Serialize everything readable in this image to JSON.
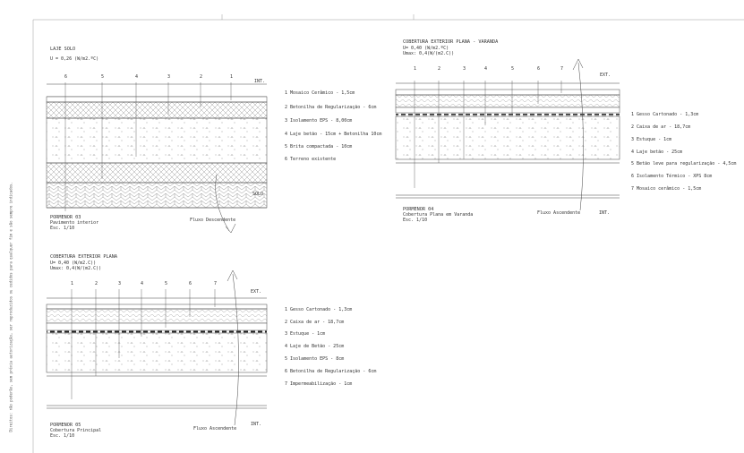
{
  "side_note": "Direitos: não poderão, sem prévia autorização, ser reproduzidos ou cedidos para qualquer fim e são sempre indicados.",
  "detail03": {
    "title": "LAJE SOLO",
    "u_value": "U = 0,26 (W/m2.ºC)",
    "numbers": [
      "6",
      "5",
      "4",
      "3",
      "2",
      "1"
    ],
    "int": "INT.",
    "solo": "SOLO",
    "legend": [
      "1 Mosaico Cerâmico - 1,5cm",
      "2 Betonilha de Regularização - 6cm",
      "3 Isolamento EPS - 8,00cm",
      "4 Laje betão - 15cm + Betonilha 10cm",
      "5 Brita compactada - 10cm",
      "6 Terreno existente"
    ],
    "label": "PORMENOR 03",
    "subtitle": "Pavimento interior",
    "scale": "Esc. 1/10",
    "flow": "Fluxo Descendente"
  },
  "detail04": {
    "title": "COBERTURA EXTERIOR PLANA - VARANDA",
    "u_value": "U= 0,40 (W/m2.ºC)",
    "u_max": "Umax: 0,4(W/(m2.C))",
    "numbers": [
      "1",
      "2",
      "3",
      "4",
      "5",
      "6",
      "7"
    ],
    "ext": "EXT.",
    "int": "INT.",
    "legend": [
      "1    Gesso Cartonado - 1,3cm",
      "2    Caixa de ar - 18,7cm",
      "3    Estuque - 1cm",
      "4    Laje betão - 25cm",
      "5    Betão leve para regularização - 4,5cm",
      "6    Isolamento Térmico - XPS 8cm",
      "7    Mosaico cerâmico - 1,5cm"
    ],
    "label": "PORMENOR 04",
    "subtitle": "Cobertura Plana em Varanda",
    "scale": "Esc. 1/10",
    "flow": "Fluxo Ascendente"
  },
  "detail05": {
    "title": "COBERTURA EXTERIOR PLANA",
    "u_value": "U= 0,40 (W/m2.C))",
    "u_max": "Umax: 0,4(W/(m2.C))",
    "numbers": [
      "1",
      "2",
      "3",
      "4",
      "5",
      "6",
      "7"
    ],
    "ext": "EXT.",
    "int": "INT.",
    "legend": [
      "1 Gesso Cartonado - 1,3cm",
      "2 Caixa de ar - 18,7cm",
      "3 Estuque - 1cm",
      "4 Laje de Betão - 25cm",
      "5 Isolamento EPS - 8cm",
      "6 Betonilha de Regularização - 6cm",
      "7 Impermeabilização - 1cm"
    ],
    "label": "PORMENOR 05",
    "subtitle": "Cobertura Principal",
    "scale": "Esc. 1/10",
    "flow": "Fluxo Ascendente"
  }
}
